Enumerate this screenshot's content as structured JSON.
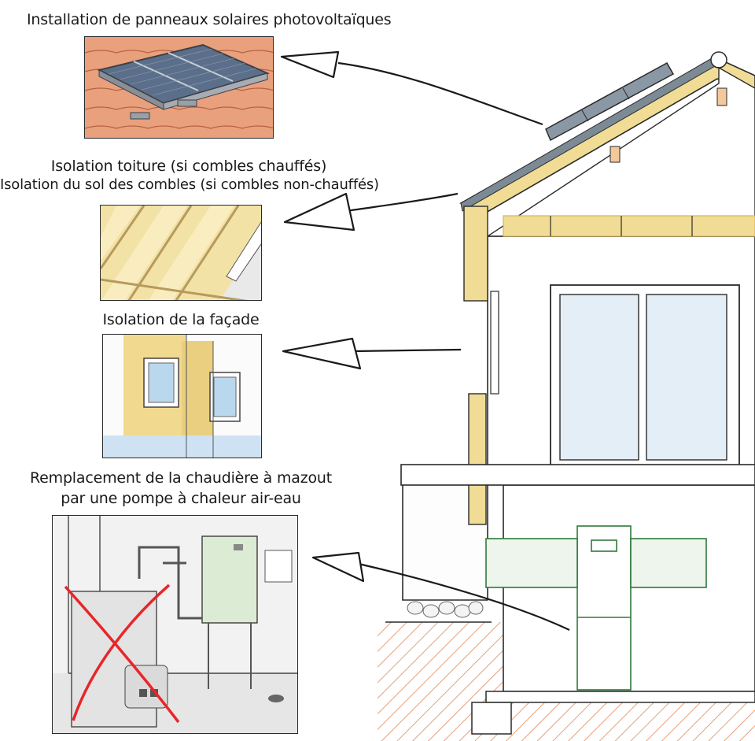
{
  "labels": {
    "solar": "Installation de panneaux solaires photovoltaïques",
    "roof_line1": "Isolation toiture (si combles chauffés)",
    "roof_line2": "Isolation du sol des combles (si combles non-chauffés)",
    "facade": "Isolation de la façade",
    "boiler_line1": "Remplacement de la chaudière à mazout",
    "boiler_line2": "par une pompe à chaleur air-eau"
  },
  "colors": {
    "insulation": "#f1dc95",
    "insulation_stroke": "#d7b45a",
    "roof_tile": "#e2906d",
    "heat_pump": "#2f7a3a",
    "cross": "#e8262a",
    "ground_hatch": "#e7a07a",
    "line": "#2a2a2a"
  }
}
